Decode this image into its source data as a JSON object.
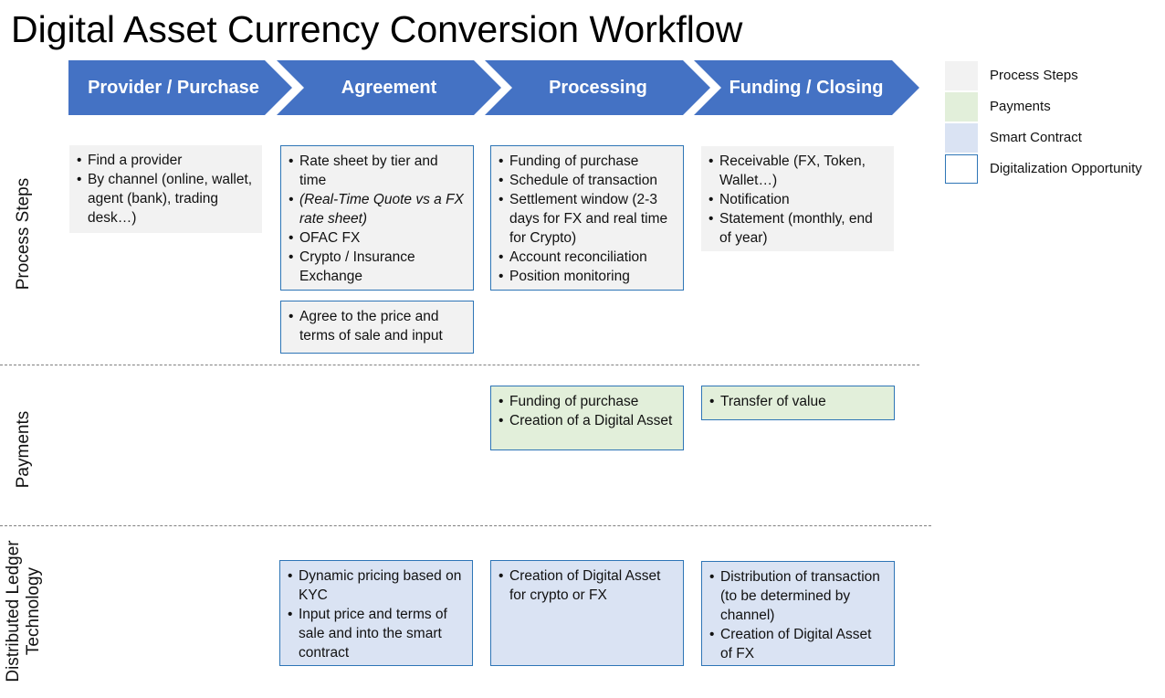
{
  "title": "Digital Asset Currency Conversion Workflow",
  "stages": [
    "Provider / Purchase",
    "Agreement",
    "Processing",
    "Funding / Closing"
  ],
  "lanes": [
    "Process Steps",
    "Payments",
    "Distributed Ledger Technology"
  ],
  "lane_label_lines": {
    "process": [
      "Process Steps"
    ],
    "payments": [
      "Payments"
    ],
    "dlt": [
      "Distributed Ledger",
      "Technology"
    ]
  },
  "legend": [
    {
      "label": "Process Steps",
      "color": "#f2f2f2"
    },
    {
      "label": "Payments",
      "color": "#e2efda"
    },
    {
      "label": "Smart Contract",
      "color": "#dae3f3"
    },
    {
      "label": "Digitalization Opportunity",
      "color": "#ffffff",
      "border": "#2e75b6"
    }
  ],
  "colors": {
    "stage_arrow": "#4472c4",
    "process_fill": "#f2f2f2",
    "payments_fill": "#e2efda",
    "smart_contract_fill": "#dae3f3",
    "digitalization_border": "#2e75b6"
  },
  "boxes": {
    "provider_process": {
      "items": [
        {
          "text": "Find a provider"
        },
        {
          "text": "By channel (online, wallet, agent (bank), trading desk…)"
        }
      ]
    },
    "agreement_process_1": {
      "items": [
        {
          "text": "Rate sheet by tier and time"
        },
        {
          "text": "(Real-Time Quote vs a FX rate sheet)",
          "italic": true
        },
        {
          "text": "OFAC  FX"
        },
        {
          "text": "Crypto / Insurance Exchange"
        }
      ]
    },
    "agreement_process_2": {
      "items": [
        {
          "text": "Agree to the price and terms of sale and input"
        }
      ]
    },
    "processing_process": {
      "items": [
        {
          "text": "Funding of purchase"
        },
        {
          "text": "Schedule of transaction"
        },
        {
          "text": "Settlement window (2-3 days for FX and real time for Crypto)"
        },
        {
          "text": "Account reconciliation"
        },
        {
          "text": "Position monitoring"
        }
      ]
    },
    "funding_process": {
      "items": [
        {
          "text": "Receivable (FX, Token, Wallet…)"
        },
        {
          "text": "Notification"
        },
        {
          "text": "Statement (monthly, end of year)"
        }
      ]
    },
    "processing_payments": {
      "items": [
        {
          "text": "Funding of purchase"
        },
        {
          "text": "Creation of a Digital Asset"
        }
      ]
    },
    "funding_payments": {
      "items": [
        {
          "text": "Transfer of value"
        }
      ]
    },
    "agreement_dlt": {
      "items": [
        {
          "text": "Dynamic pricing based on KYC"
        },
        {
          "text": "Input price and terms of sale and into the smart contract"
        }
      ]
    },
    "processing_dlt": {
      "items": [
        {
          "text": "Creation of Digital Asset for crypto or FX"
        }
      ]
    },
    "funding_dlt": {
      "items": [
        {
          "text": "Distribution of transaction (to be determined by channel)"
        },
        {
          "text": "Creation of Digital Asset of FX"
        }
      ]
    }
  }
}
